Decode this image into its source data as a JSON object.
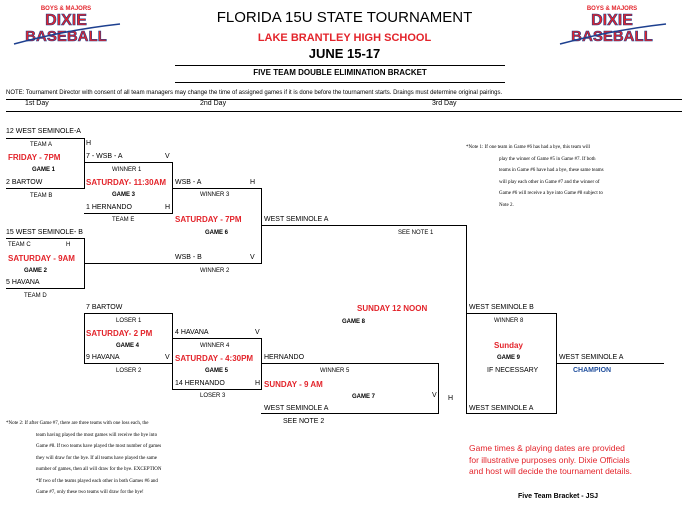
{
  "logo": {
    "top": "BOYS & MAJORS",
    "word1": "DIXIE",
    "word2": "BASEBALL"
  },
  "header": {
    "title": "FLORIDA 15U STATE TOURNAMENT",
    "venue": "LAKE BRANTLEY HIGH SCHOOL",
    "dates": "JUNE 15-17",
    "bracket": "FIVE TEAM DOUBLE ELIMINATION BRACKET"
  },
  "note_top": "NOTE: Tournament Director with  consent of all team managers may change the time of assigned games if it is done before the tournament starts. Draings must determine original pairings.",
  "days": [
    "1st Day",
    "2nd Day",
    "3rd Day"
  ],
  "bracket": {
    "west_seminole_a_1": "12 WEST SEMINOLE-A",
    "team_a": "TEAM A",
    "h1": "H",
    "friday": "FRIDAY  - 7PM",
    "game1": "GAME 1",
    "bartow_2": "2 BARTOW",
    "team_b": "TEAM B",
    "wsb_a_7": "7 - WSB - A",
    "v1": "V",
    "winner1": "WINNER 1",
    "sat_1130": "SATURDAY- 11:30AM",
    "game3": "GAME 3",
    "hernando_1": "1 HERNANDO",
    "h3": "H",
    "team_e": "TEAM E",
    "wsb_a": "WSB - A",
    "h_g6": "H",
    "winner3": "WINNER 3",
    "sat_7pm": "SATURDAY - 7PM",
    "game6": "GAME 6",
    "west_sem_a_g6": "WEST SEMINOLE A",
    "see_note1": "SEE NOTE 1",
    "west_seminole_b_15": "15 WEST SEMINOLE- B",
    "team_c": "TEAM C",
    "h2": "H",
    "sat_9am": "SATURDAY - 9AM",
    "game2": "GAME 2",
    "havana_5": "5 HAVANA",
    "team_d": "TEAM D",
    "wsb_b": "WSB - B",
    "v_g6": "V",
    "winner2": "WINNER 2",
    "bartow_7": "7 BARTOW",
    "loser1": "LOSER 1",
    "sat_2pm": "SATURDAY- 2 PM",
    "game4": "GAME 4",
    "havana_9": "9 HAVANA",
    "v4": "V",
    "loser2": "LOSER 2",
    "havana_4": "4 HAVANA",
    "v5": "V",
    "winner4": "WINNER 4",
    "sat_430": "SATURDAY - 4:30PM",
    "game5": "GAME 5",
    "hernando_14": "14 HERNANDO",
    "h5": "H",
    "loser3": "LOSER 3",
    "hernando": "HERNANDO",
    "winner5": "WINNER 5",
    "sun_9am": "SUNDAY - 9 AM",
    "game7": "GAME 7",
    "v7": "V",
    "west_sem_a_g7": "WEST SEMINOLE A",
    "see_note2": "SEE NOTE 2",
    "sun_noon": "SUNDAY 12 NOON",
    "game8": "GAME 8",
    "west_sem_b_g8": "WEST SEMINOLE B",
    "winner8": "WINNER 8",
    "sunday": "Sunday",
    "game9": "GAME 9",
    "if_necessary": "IF NECESSARY",
    "west_sem_a_g9": "WEST SEMINOLE A",
    "h_g8": "H",
    "west_sem_a_champ": "WEST SEMINOLE A",
    "champion": "CHAMPION"
  },
  "note1": [
    "*Note 1: If one team in Game #6 has had a bye, this team will",
    "play the winner of Game #5 in Game #7.  If both",
    "teams in Game #6 have had a bye, these same teams",
    "will play each other in Game #7 and  the winner of",
    "Game #6 will receive a bye into Game #8 subject to",
    "Note 2."
  ],
  "note2": [
    "*Note 2: If after Game #7, there are three teams with one loss each, the",
    "team having played the most games will receive the bye into",
    "Game #8. If two teams have played the most number of games",
    "they will draw for the bye. If all teams have played the same",
    "number of games, then all will draw for the bye. EXCEPTION",
    "*If two of the teams played each other in both Games #6 and",
    "Game #7, only these two teams will draw for the bye!"
  ],
  "disclaimer": [
    "Game times & playing dates are provided",
    "for illustrative purposes only. Dixie Officials",
    "and host will decide the tournament details."
  ],
  "footer": "Five Team Bracket - JSJ",
  "colors": {
    "red": "#e3242b",
    "blue": "#1f4e9c",
    "logo_blue": "#1d3f8f"
  }
}
